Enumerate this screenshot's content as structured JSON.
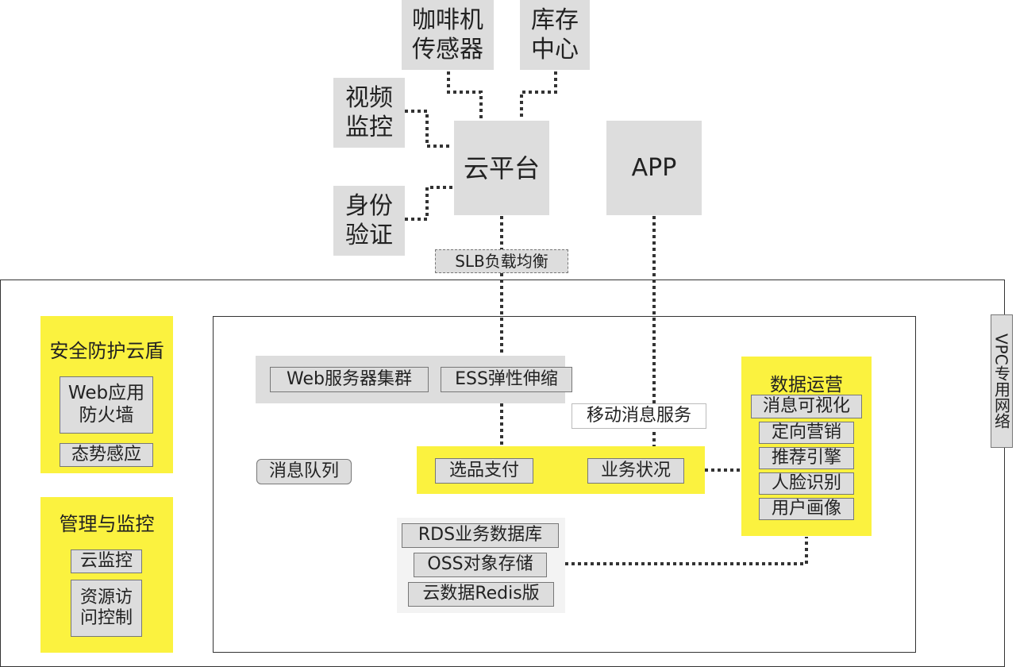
{
  "top_nodes": {
    "coffee_sensor": "咖啡机\n传感器",
    "inventory": "库存\n中心",
    "video": "视频\n监控",
    "identity": "身份\n验证",
    "cloud_platform": "云平台",
    "app": "APP"
  },
  "slb_label": "SLB负载均衡",
  "vpc_label": "VPC专用网络",
  "security": {
    "title": "安全防护云盾",
    "items": [
      "Web应用\n防火墙",
      "态势感应"
    ]
  },
  "management": {
    "title": "管理与监控",
    "items": [
      "云监控",
      "资源访\n问控制"
    ]
  },
  "web_cluster": {
    "server": "Web服务器集群",
    "ess": "ESS弹性伸缩"
  },
  "mobile_message": "移动消息服务",
  "message_queue": "消息队列",
  "business": {
    "payment": "选品支付",
    "status": "业务状况"
  },
  "operations": {
    "title": "数据运营",
    "items": [
      "消息可视化",
      "定向营销",
      "推荐引擎",
      "人脸识别",
      "用户画像"
    ]
  },
  "storage": {
    "items": [
      "RDS业务数据库",
      "OSS对象存储",
      "云数据Redis版"
    ]
  },
  "colors": {
    "gray": "#dddddd",
    "yellow": "#fbf23f",
    "frame": "#333333"
  }
}
